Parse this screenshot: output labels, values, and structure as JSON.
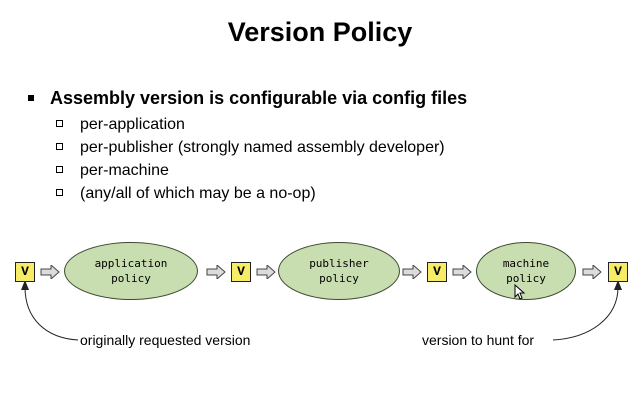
{
  "title": "Version Policy",
  "main_bullet": "Assembly version is configurable via config files",
  "sub_bullets": [
    "per-application",
    "per-publisher (strongly named assembly developer)",
    "per-machine",
    "(any/all of which may be a no-op)"
  ],
  "version_label": "V",
  "policies": [
    {
      "line1": "application",
      "line2": "policy"
    },
    {
      "line1": "publisher",
      "line2": "policy"
    },
    {
      "line1": "machine",
      "line2": "policy"
    }
  ],
  "captions": {
    "left": "originally requested version",
    "right": "version to hunt for"
  },
  "colors": {
    "version_box": "#f6ec66",
    "policy_ellipse": "#c8ddb0",
    "arrow_fill": "#dcdcdc"
  },
  "icons": [
    "right-arrow-icon",
    "mouse-pointer-icon"
  ]
}
